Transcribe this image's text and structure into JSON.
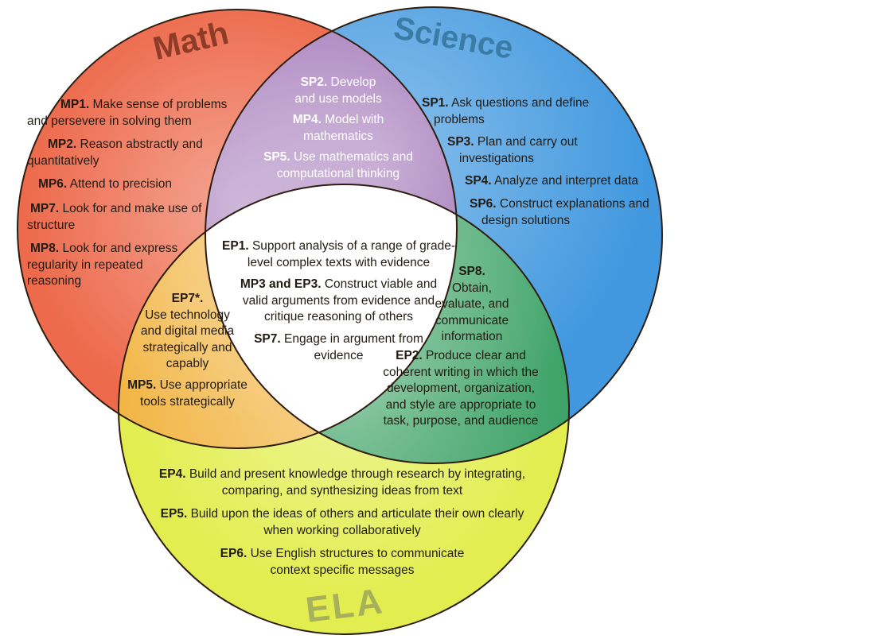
{
  "diagram": {
    "circles": {
      "math": {
        "label": "Math"
      },
      "science": {
        "label": "Science"
      },
      "ela": {
        "label": "ELA"
      }
    },
    "colors": {
      "math": "#ED6A4C",
      "science": "#4198DF",
      "ela": "#E2EE4F",
      "math_science": "#9C6DB3",
      "math_ela": "#F2B646",
      "science_ela": "#3EA367",
      "center": "#FFFFFF",
      "outline": "#2E1D10",
      "math_title": "#8E3C27",
      "science_title": "#3B7CA7",
      "ela_title": "#A9B05B",
      "dark_text": "#221B12",
      "light_text": "#FFFFFF"
    },
    "regions": {
      "math_only": {
        "items": [
          {
            "code": "MP1.",
            "text": "Make sense of problems and persevere in solving them"
          },
          {
            "code": "MP2.",
            "text": "Reason abstractly and quantitatively"
          },
          {
            "code": "MP6.",
            "text": "Attend to precision"
          },
          {
            "code": "MP7.",
            "text": "Look for and make use of structure"
          },
          {
            "code": "MP8.",
            "text": "Look for and express regularity in repeated reasoning"
          }
        ]
      },
      "math_science": {
        "items": [
          {
            "code": "SP2.",
            "text": "Develop and use models"
          },
          {
            "code": "MP4.",
            "text": "Model with mathematics"
          },
          {
            "code": "SP5.",
            "text": "Use mathematics and computational thinking"
          }
        ]
      },
      "science_only": {
        "items": [
          {
            "code": "SP1.",
            "text": "Ask questions and define problems"
          },
          {
            "code": "SP3.",
            "text": "Plan and carry out investigations"
          },
          {
            "code": "SP4.",
            "text": "Analyze and interpret data"
          },
          {
            "code": "SP6.",
            "text": "Construct explanations and design solutions"
          }
        ]
      },
      "center": {
        "items": [
          {
            "code": "EP1.",
            "text": "Support analysis of a range of grade-level complex texts with evidence"
          },
          {
            "code": "MP3 and EP3.",
            "text": "Construct viable and valid arguments from evidence and critique reasoning of others"
          },
          {
            "code": "SP7.",
            "text": "Engage in argument from evidence"
          }
        ]
      },
      "math_ela": {
        "items": [
          {
            "code": "EP7*.",
            "text": "Use technology and digital media strategically and capably"
          },
          {
            "code": "MP5.",
            "text": "Use appropriate tools strategically"
          }
        ]
      },
      "science_ela": {
        "items": [
          {
            "code": "SP8.",
            "text": "Obtain, evaluate, and communicate information"
          },
          {
            "code": "EP2.",
            "text": "Produce clear and coherent writing in which the development, organization, and style are appropriate to task, purpose, and audience"
          }
        ]
      },
      "ela_only": {
        "items": [
          {
            "code": "EP4.",
            "text": "Build and present knowledge through research by integrating, comparing, and synthesizing ideas from text"
          },
          {
            "code": "EP5.",
            "text": "Build upon the ideas of others and articulate their own clearly when working collaboratively"
          },
          {
            "code": "EP6.",
            "text": "Use English structures to communicate context specific messages"
          }
        ]
      }
    }
  }
}
